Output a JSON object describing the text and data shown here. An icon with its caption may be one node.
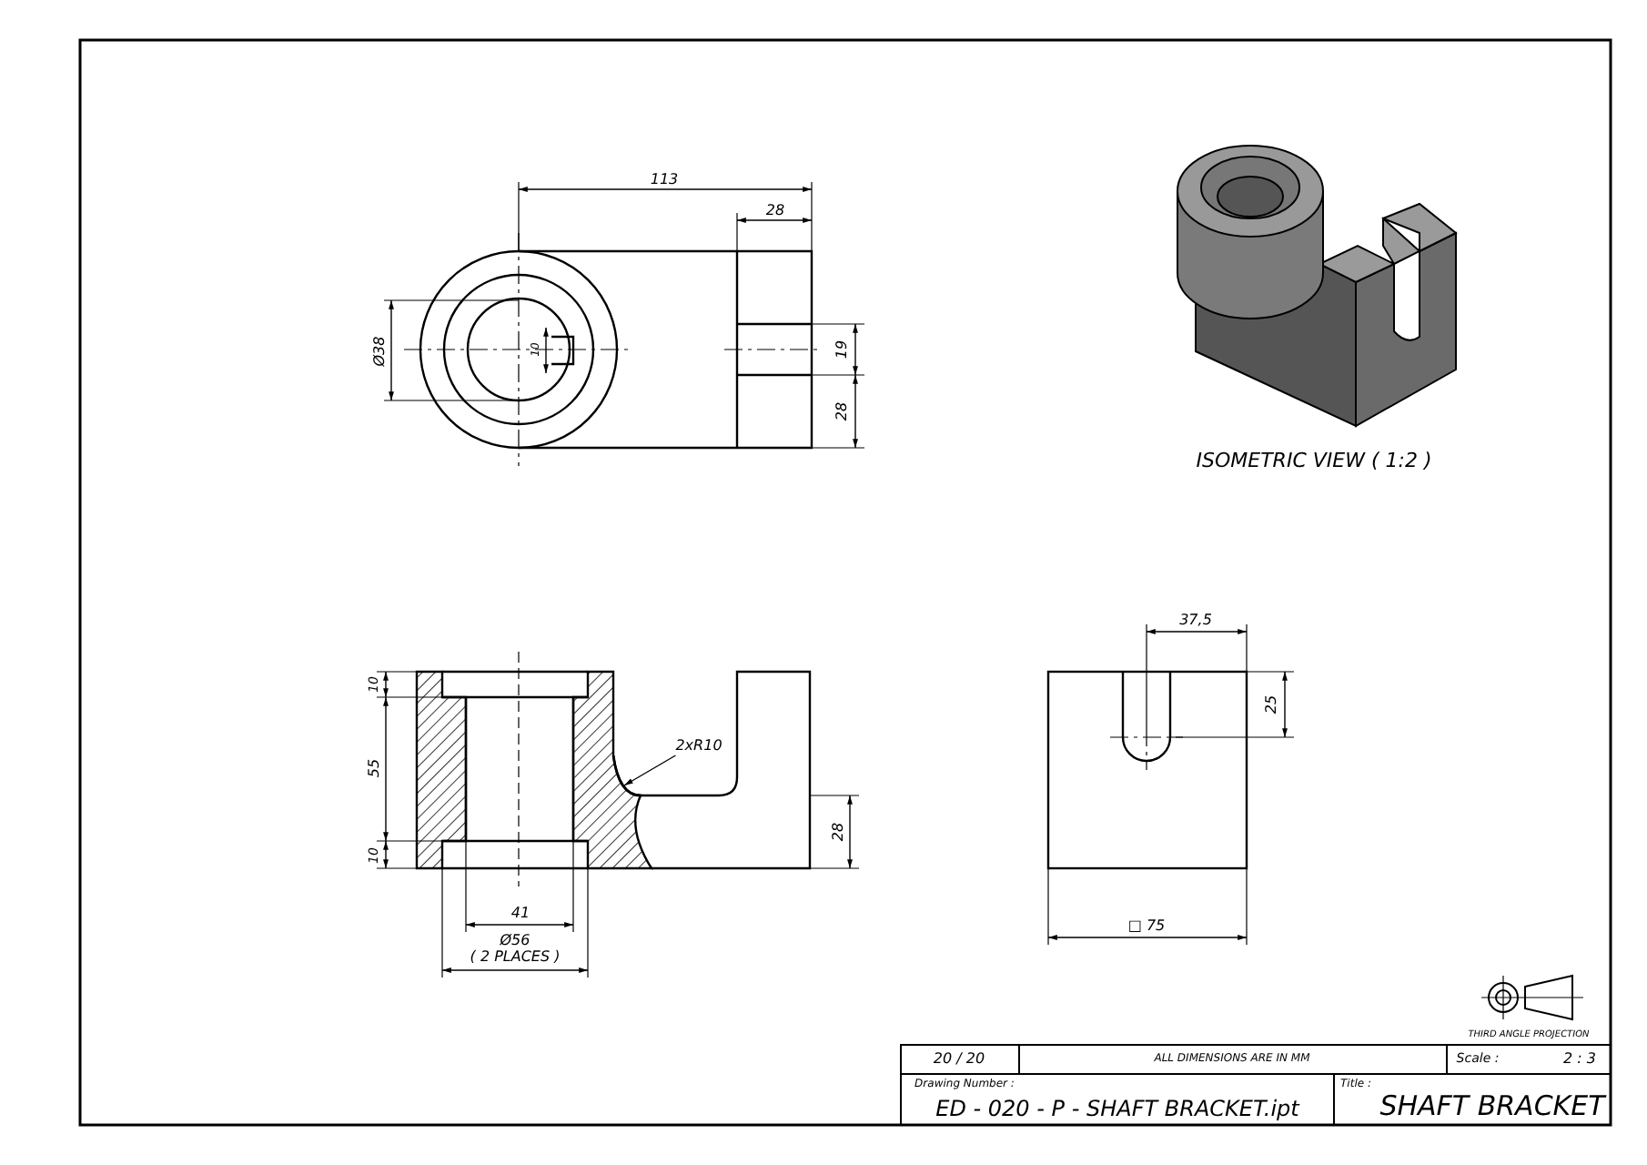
{
  "diagram": {
    "nodes": [
      {
        "text": [
          "2xR10"
        ]
      },
      {
        "text": [],
        "shape": "arc"
      }
    ],
    "edges": [
      {
        "from": 0,
        "to": 1,
        "arrow": "to"
      }
    ],
    "labels": [
      "113",
      "28",
      "Ø38",
      "10",
      "19",
      "28",
      "ISOMETRIC VIEW ( 1:2 )",
      "37,5",
      "25",
      "10",
      "55",
      "10",
      "28",
      "41",
      "Ø56",
      "( 2 PLACES )",
      "□ 75",
      "THIRD ANGLE PROJECTION",
      "20 / 20",
      "ALL DIMENSIONS ARE IN MM",
      "Scale :",
      "2 : 3",
      "Drawing Number :",
      "ED - 020 - P - SHAFT BRACKET.ipt",
      "Title :",
      "SHAFT BRACKET"
    ]
  }
}
